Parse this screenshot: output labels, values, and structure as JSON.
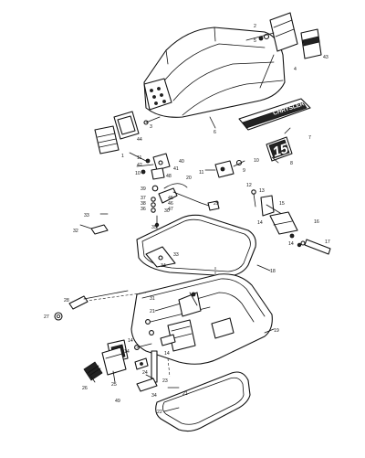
{
  "decals": {
    "brand": "CHRYSLER",
    "hp": "15"
  },
  "callouts": [
    {
      "id": "c1",
      "text": "1"
    },
    {
      "id": "c2",
      "text": "2"
    },
    {
      "id": "c3",
      "text": "3"
    },
    {
      "id": "c4",
      "text": "4"
    },
    {
      "id": "c5",
      "text": "5"
    },
    {
      "id": "c6",
      "text": "6"
    },
    {
      "id": "c7",
      "text": "7"
    },
    {
      "id": "c8",
      "text": "8"
    },
    {
      "id": "c9",
      "text": "9"
    },
    {
      "id": "c10a",
      "text": "10"
    },
    {
      "id": "c10b",
      "text": "10"
    },
    {
      "id": "c11a",
      "text": "11"
    },
    {
      "id": "c11b",
      "text": "11"
    },
    {
      "id": "c12",
      "text": "12"
    },
    {
      "id": "c13",
      "text": "13"
    },
    {
      "id": "c14a",
      "text": "14"
    },
    {
      "id": "c14b",
      "text": "14"
    },
    {
      "id": "c14c",
      "text": "14"
    },
    {
      "id": "c14d",
      "text": "14"
    },
    {
      "id": "c14e",
      "text": "14"
    },
    {
      "id": "c15",
      "text": "15"
    },
    {
      "id": "c16",
      "text": "16"
    },
    {
      "id": "c17",
      "text": "17"
    },
    {
      "id": "c18",
      "text": "18"
    },
    {
      "id": "c19",
      "text": "19"
    },
    {
      "id": "c20",
      "text": "20"
    },
    {
      "id": "c21a",
      "text": "21"
    },
    {
      "id": "c21b",
      "text": "21"
    },
    {
      "id": "c22",
      "text": "22"
    },
    {
      "id": "c23",
      "text": "23"
    },
    {
      "id": "c24",
      "text": "24"
    },
    {
      "id": "c25",
      "text": "25"
    },
    {
      "id": "c26",
      "text": "26"
    },
    {
      "id": "c27",
      "text": "27"
    },
    {
      "id": "c28",
      "text": "28"
    },
    {
      "id": "c29",
      "text": "29"
    },
    {
      "id": "c30",
      "text": "30"
    },
    {
      "id": "c31",
      "text": "31"
    },
    {
      "id": "c32",
      "text": "32"
    },
    {
      "id": "c33a",
      "text": "33"
    },
    {
      "id": "c33b",
      "text": "33"
    },
    {
      "id": "c34a",
      "text": "34"
    },
    {
      "id": "c34b",
      "text": "34"
    },
    {
      "id": "c35",
      "text": "35"
    },
    {
      "id": "c36",
      "text": "36"
    },
    {
      "id": "c37",
      "text": "37"
    },
    {
      "id": "c38",
      "text": "38"
    },
    {
      "id": "c39",
      "text": "39"
    },
    {
      "id": "c40",
      "text": "40"
    },
    {
      "id": "c41",
      "text": "41"
    },
    {
      "id": "c42",
      "text": "42"
    },
    {
      "id": "c43",
      "text": "43"
    },
    {
      "id": "c44",
      "text": "44"
    },
    {
      "id": "c45",
      "text": "45"
    },
    {
      "id": "c46",
      "text": "46"
    },
    {
      "id": "c47",
      "text": "47"
    },
    {
      "id": "c48",
      "text": "48"
    },
    {
      "id": "c49",
      "text": "49"
    }
  ]
}
